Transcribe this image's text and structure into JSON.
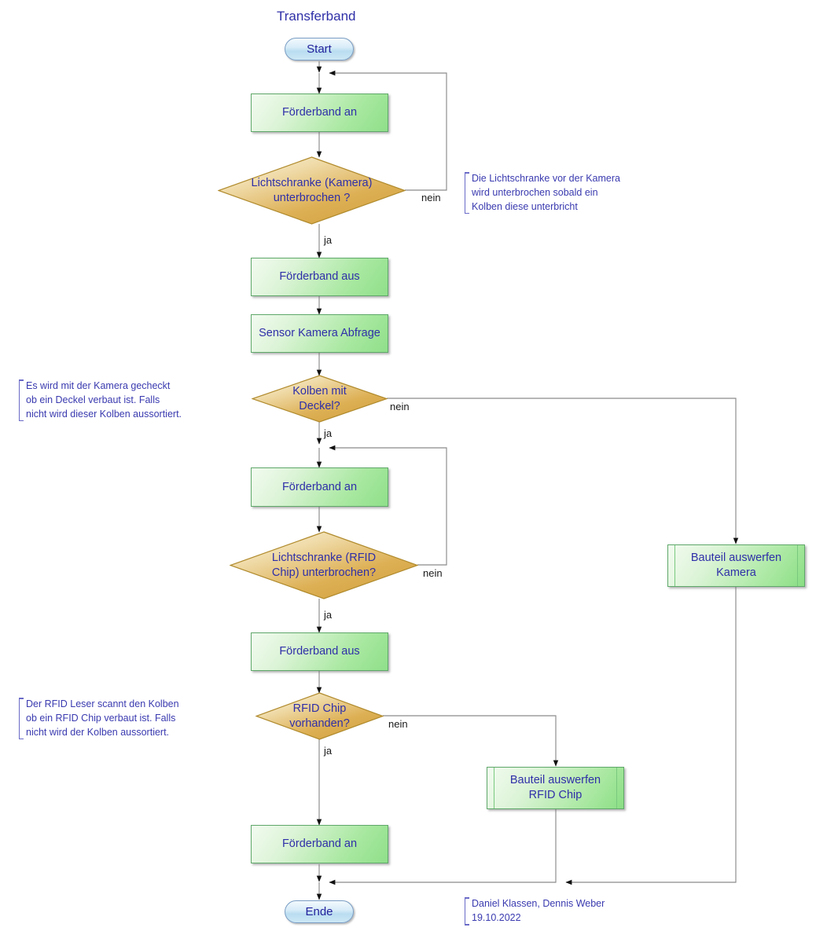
{
  "diagram": {
    "title": "Transferband",
    "colors": {
      "text_blue": "#2f2fa8",
      "process_green": "#a8e8a0",
      "decision_gold": "#e0b04a",
      "terminator_blue": "#b9ddf0",
      "edge_gray": "#777777",
      "annotation_purple": "#3a3ab0"
    }
  },
  "nodes": {
    "start": {
      "label": "Start",
      "type": "terminator"
    },
    "foerderband_an_1": {
      "label": "Förderband an",
      "type": "process"
    },
    "lichtschranke_kamera": {
      "label": "Lichtschranke (Kamera)\nunterbrochen ?",
      "type": "decision"
    },
    "foerderband_aus_1": {
      "label": "Förderband aus",
      "type": "process"
    },
    "sensor_kamera_abfrage": {
      "label": "Sensor Kamera Abfrage",
      "type": "process"
    },
    "kolben_mit_deckel": {
      "label": "Kolben mit\nDeckel?",
      "type": "decision"
    },
    "foerderband_an_2": {
      "label": "Förderband an",
      "type": "process"
    },
    "lichtschranke_rfid": {
      "label": "Lichtschranke (RFID\nChip) unterbrochen?",
      "type": "decision"
    },
    "foerderband_aus_2": {
      "label": "Förderband aus",
      "type": "process"
    },
    "rfid_chip_vorhanden": {
      "label": "RFID Chip\nvorhanden?",
      "type": "decision"
    },
    "foerderband_an_3": {
      "label": "Förderband an",
      "type": "process"
    },
    "bauteil_auswerfen_kamera": {
      "label": "Bauteil auswerfen\nKamera",
      "type": "subprocess"
    },
    "bauteil_auswerfen_rfid": {
      "label": "Bauteil auswerfen\nRFID Chip",
      "type": "subprocess"
    },
    "ende": {
      "label": "Ende",
      "type": "terminator"
    }
  },
  "edge_labels": {
    "kamera_nein": "nein",
    "kamera_ja": "ja",
    "deckel_nein": "nein",
    "deckel_ja": "ja",
    "rfid_ls_nein": "nein",
    "rfid_ls_ja": "ja",
    "rfid_chip_nein": "nein",
    "rfid_chip_ja": "ja"
  },
  "annotations": {
    "kamera_note": "Die Lichtschranke vor der Kamera\nwird unterbrochen sobald ein\nKolben diese unterbricht",
    "deckel_note": "Es wird mit der Kamera gecheckt\nob ein Deckel verbaut ist. Falls\nnicht wird dieser Kolben aussortiert.",
    "rfid_note": "Der RFID Leser scannt den Kolben\nob ein RFID Chip verbaut ist. Falls\nnicht wird der Kolben aussortiert.",
    "credit": "Daniel Klassen, Dennis Weber\n19.10.2022"
  }
}
